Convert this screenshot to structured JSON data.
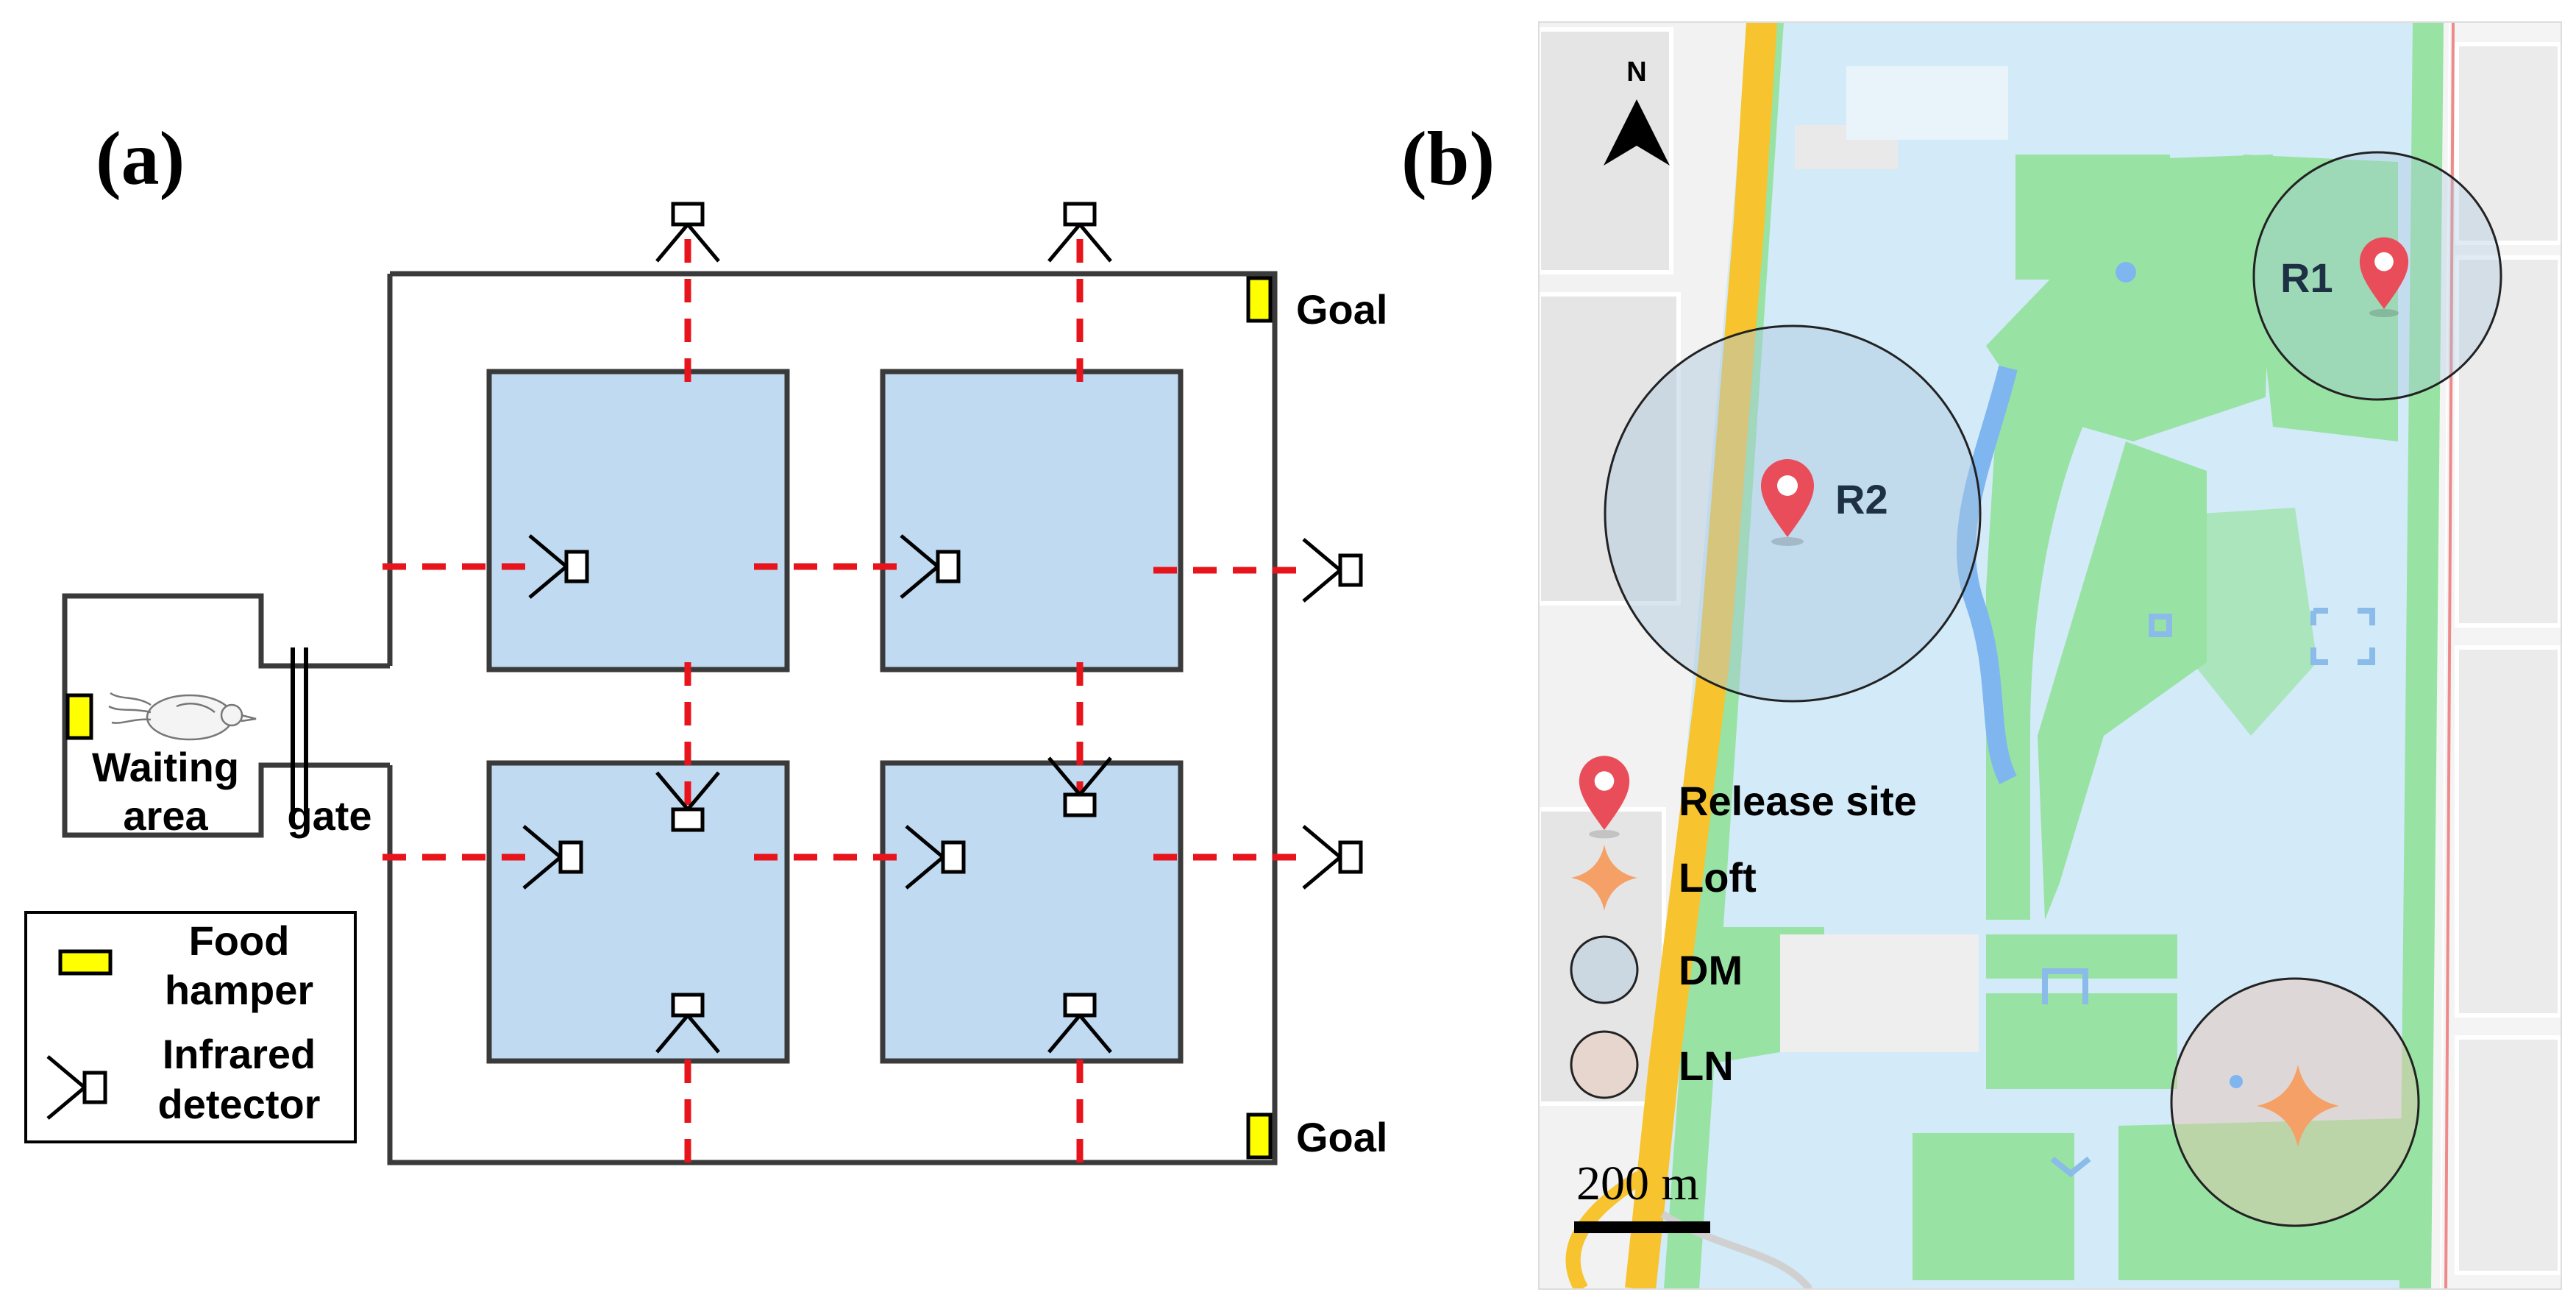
{
  "panel_a": {
    "label": "(a)",
    "labels": {
      "goal_top": "Goal",
      "goal_bottom": "Goal",
      "waiting_line1": "Waiting",
      "waiting_line2": "area",
      "gate": "gate"
    },
    "legend": {
      "food_line1": "Food",
      "food_line2": "hamper",
      "detector_line1": "Infrared",
      "detector_line2": "detector"
    }
  },
  "panel_b": {
    "label": "(b)",
    "north": "N",
    "sites": {
      "r1": "R1",
      "r2": "R2"
    },
    "legend": {
      "release": "Release site",
      "loft": "Loft",
      "dm": "DM",
      "ln": "LN"
    },
    "scale_label": "200 m"
  },
  "colors": {
    "room_fill": "#bfdaf1",
    "beam": "#e8141b",
    "food": "#ffff00",
    "map_water": "#d3eaf8",
    "map_green": "#98e3a3",
    "road": "#f7c32e",
    "pin": "#ea4d5a",
    "loft": "#f5a066"
  }
}
